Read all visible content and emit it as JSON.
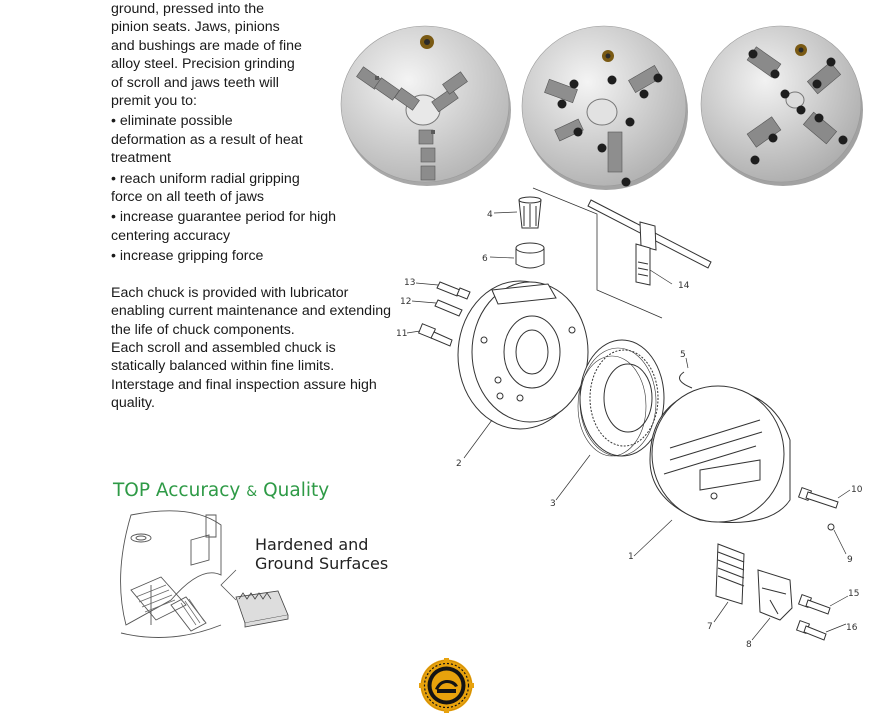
{
  "description": {
    "intro_lines": [
      "ground, pressed into the",
      "pinion seats. Jaws, pinions",
      "and bushings are made of fine",
      "alloy steel. Precision grinding",
      "of scroll and jaws teeth will",
      "premit you to:"
    ],
    "bullets": [
      [
        "• eliminate possible",
        "deformation as a result of heat",
        "treatment"
      ],
      [
        "• reach uniform radial gripping",
        "force on all teeth of jaws"
      ],
      [
        "• increase guarantee period for high",
        "centering accuracy"
      ],
      [
        "• increase gripping force"
      ]
    ],
    "second_paragraph": [
      "Each chuck is provided with lubricator",
      "enabling current maintenance and extending",
      "the life of chuck components.",
      "Each scroll and assembled chuck is",
      "statically balanced within fine limits.",
      "Interstage and final inspection assure high",
      "quality."
    ]
  },
  "feature": {
    "heading_top": "TOP",
    "heading_rest": "Accuracy",
    "heading_amp": "&",
    "heading_end": "Quality",
    "caption_lines": [
      "Hardened and",
      "Ground Surfaces"
    ]
  },
  "diagram": {
    "part_labels": [
      "4",
      "6",
      "13",
      "12",
      "11",
      "14",
      "5",
      "2",
      "3",
      "1",
      "10",
      "9",
      "15",
      "16",
      "7",
      "8"
    ]
  },
  "colors": {
    "heading_green": "#2e9a46",
    "logo_gold": "#e8a20c",
    "logo_black": "#141414"
  }
}
